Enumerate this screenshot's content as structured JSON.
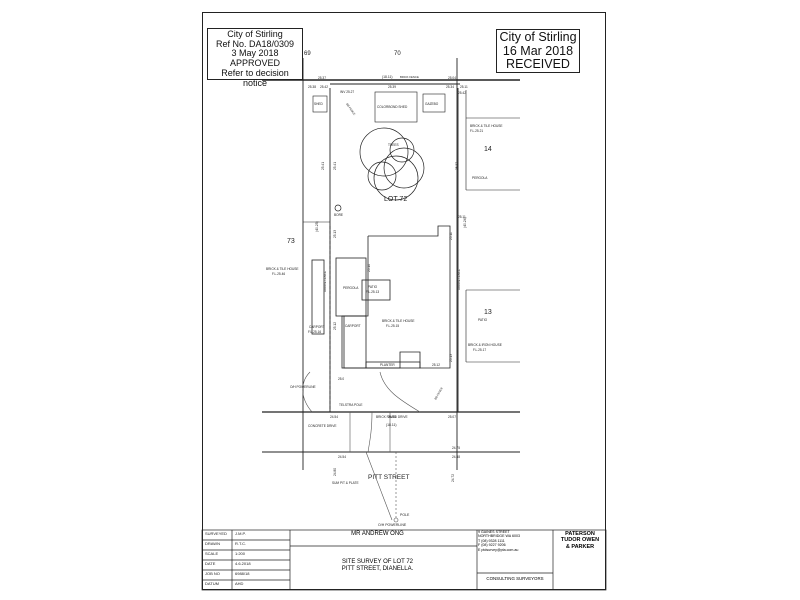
{
  "stamp_approved": {
    "line1": "City of Stirling",
    "line2": "Ref No. DA18/0309",
    "line3": "3 May 2018",
    "line4": "APPROVED",
    "line5": "Refer to decision notice"
  },
  "stamp_received": {
    "line1": "City of Stirling",
    "line2": "16 Mar 2018",
    "line3": "RECEIVED"
  },
  "lots": {
    "lot69": "69",
    "lot70": "70",
    "lot72": "LOT 72",
    "lot73": "73",
    "lot14": "14",
    "lot13": "13"
  },
  "street": {
    "name": "PITT STREET",
    "oh_powerline": "O/H POWERLINE",
    "pole": "POLE"
  },
  "labels": {
    "shed": "SHED",
    "colorbond_shed": "COLORBOND SHED",
    "gazebo": "GAZEBO",
    "brick_tile_house_14": "BRICK & TILE HOUSE",
    "fl_14": "F.L.25.21",
    "pergola_14": "PERGOLA",
    "bore": "BORE",
    "brick_tile_house_73": "BRICK & TILE HOUSE",
    "fl_73": "F.L.25.46",
    "pergola": "PERGOLA",
    "patio": "PATIO",
    "patio_fl": "F.L.25.13",
    "brick_tile_house": "BRICK & TILE HOUSE",
    "house_fl": "F.L.25.15",
    "carport_73": "CARPORT",
    "carport_73_fl": "F.L.25.16",
    "carport": "CARPORT",
    "patio_13": "PATIO",
    "brick_iron_house": "BRICK & IRON HOUSE",
    "fl_13": "F.L.25.17",
    "planter": "PLANTER",
    "brick_paved_drive": "BRICK PAVED DRIVE",
    "concrete_drive": "CONCRETE DRIVE",
    "telstra_pole": "TELSTRA POLE",
    "sum_pit_plate": "SUM PIT & PLATE",
    "oh_powerline_left": "O/H POWERLINE",
    "trees_label": "TREES"
  },
  "dimensions": {
    "rear_width": "(18.11)",
    "front_width": "(18.11)",
    "left_depth": "(40.25)",
    "right_depth": "(40.24)",
    "brick_wall_rear": "BRICK FENCE",
    "brick_wall_left": "HARDIE FENCE",
    "brick_wall_right": "HARDIE FENCE",
    "fence_front": "BB FENCE",
    "brick_wall_mid": "BB FENCE"
  },
  "levels": {
    "r1": "25.37",
    "r2": "25.39",
    "r3": "25.04",
    "r4": "25.11",
    "r5": "25.38",
    "r6": "25.42",
    "r7": "INV 25.27",
    "r8": "25.34",
    "r9": "25.42",
    "l1": "25.41",
    "l2": "25.41",
    "l3": "25.13",
    "l4": "25.12",
    "rm1": "25.37",
    "rm2": "25.11",
    "rm3": "25.11",
    "rm4": "25.13",
    "m1": "25.12",
    "m2": "25.10",
    "m3": "25.0",
    "f1": "24.88",
    "f2": "24.54",
    "f3": "25.07",
    "f4": "24.54",
    "f5": "24.75",
    "f6": "24.88",
    "s1": "24.80",
    "s2": "24.72"
  },
  "title_block": {
    "surveyed": "SURVEYED",
    "surveyed_val": "J.M.P.",
    "drawn": "DRAWN",
    "drawn_val": "R.T.C.",
    "scale": "SCALE",
    "scale_val": "1:200",
    "date": "DATE",
    "date_val": "4.6.2018",
    "job_no": "JOB NO",
    "job_no_val": "6988/18",
    "datum": "DATUM",
    "datum_val": "AHD",
    "client": "MR ANDREW ONG",
    "title_line1": "SITE SURVEY OF LOT 72",
    "title_line2": "PITT STREET, DIANELLA.",
    "addr1": "9 GAINES STREET",
    "addr2": "NORTHBRIDGE WA 6003",
    "addr3": "T (08) 9328 1111",
    "addr4": "F (08) 9227 9206",
    "addr5": "E ptdsurvey@pta.com.au",
    "firm1": "PATERSON",
    "firm2": "TUDOR OWEN",
    "firm3": "& PARKER",
    "consult": "CONSULTING SURVEYORS"
  }
}
